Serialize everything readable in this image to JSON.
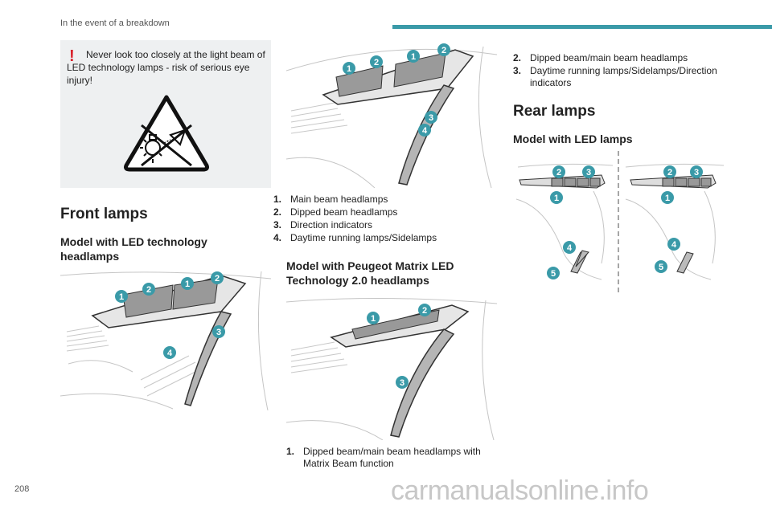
{
  "header": {
    "section": "In the event of a breakdown"
  },
  "warning": {
    "icon_mark": "!",
    "text": "Never look too closely at the light beam of LED technology lamps - risk of serious eye injury!"
  },
  "front_lamps": {
    "title": "Front lamps",
    "led_model": {
      "title": "Model with LED technology headlamps",
      "callouts": [
        "1",
        "2",
        "1",
        "2",
        "3",
        "4"
      ]
    },
    "legend_1": [
      {
        "num": "1.",
        "text": "Main beam headlamps"
      },
      {
        "num": "2.",
        "text": "Dipped beam headlamps"
      },
      {
        "num": "3.",
        "text": "Direction indicators"
      },
      {
        "num": "4.",
        "text": "Daytime running lamps/Sidelamps"
      }
    ],
    "top_figure_callouts": [
      "1",
      "2",
      "1",
      "2",
      "3",
      "4"
    ],
    "matrix_model": {
      "title": "Model with Peugeot Matrix LED Technology 2.0 headlamps",
      "callouts": [
        "1",
        "2",
        "3"
      ]
    },
    "legend_2": [
      {
        "num": "1.",
        "text": "Dipped beam/main beam headlamps with Matrix Beam function"
      }
    ],
    "legend_3": [
      {
        "num": "2.",
        "text": "Dipped beam/main beam headlamps"
      },
      {
        "num": "3.",
        "text": "Daytime running lamps/Sidelamps/Direction indicators"
      }
    ]
  },
  "rear_lamps": {
    "title": "Rear lamps",
    "led_model": {
      "title": "Model with LED lamps",
      "left_callouts": [
        "2",
        "3",
        "1",
        "4",
        "5"
      ],
      "right_callouts": [
        "2",
        "3",
        "1",
        "4",
        "5"
      ]
    }
  },
  "footer": {
    "page_number": "208",
    "watermark": "carmanualsonline.info"
  },
  "colors": {
    "accent": "#3a9aa8",
    "warning_mark": "#d9212a",
    "callout": "#3a9aa8",
    "panel": "#eef0f1"
  }
}
